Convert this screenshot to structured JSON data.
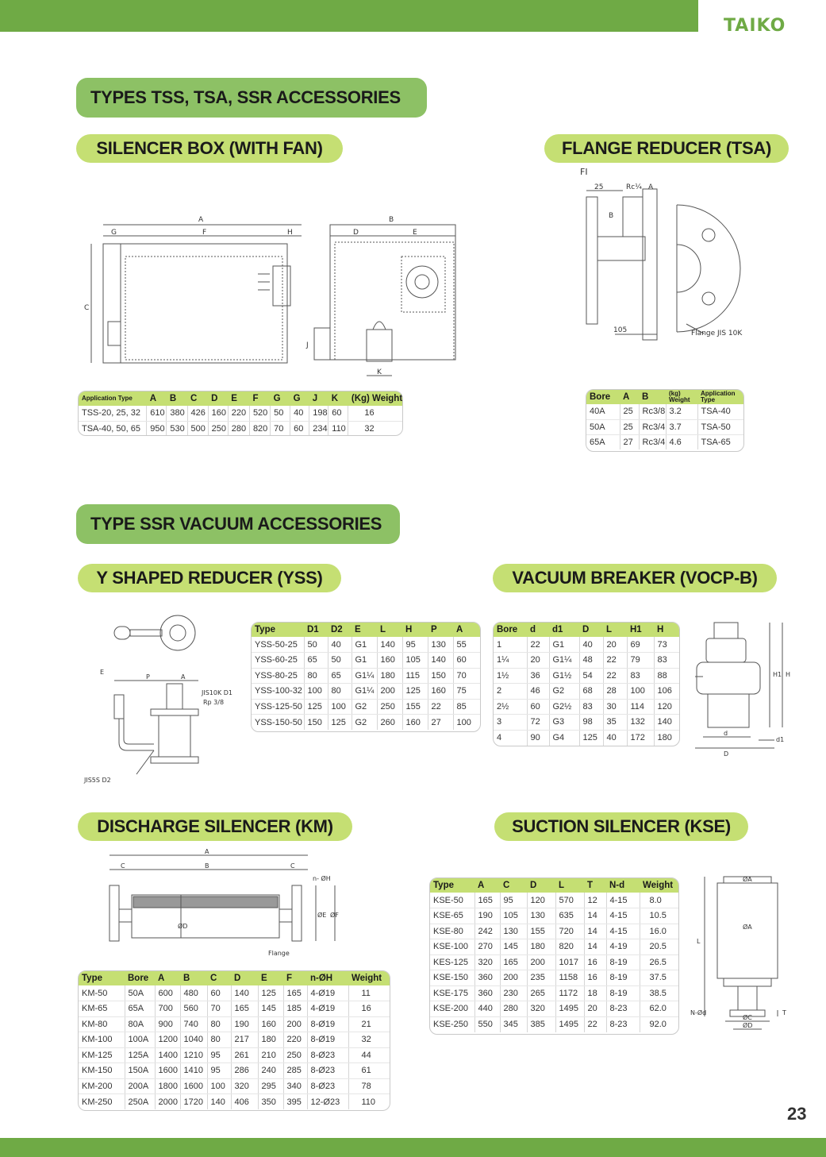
{
  "brand": {
    "logo": "TAIKO"
  },
  "page_number": "23",
  "sections": {
    "tss_title": "TYPES TSS, TSA, SSR ACCESSORIES",
    "ssr_title": "TYPE SSR VACUUM ACCESSORIES"
  },
  "silencer_box": {
    "title": "SILENCER BOX (WITH FAN)",
    "drawing_labels": [
      "A",
      "B",
      "G",
      "F",
      "H",
      "D",
      "E",
      "C",
      "J",
      "K"
    ],
    "headers": [
      "Application Type",
      "A",
      "B",
      "C",
      "D",
      "E",
      "F",
      "G",
      "G",
      "J",
      "K",
      "(Kg) Weight"
    ],
    "rows": [
      [
        "TSS-20, 25, 32",
        "610",
        "380",
        "426",
        "160",
        "220",
        "520",
        "50",
        "40",
        "198",
        "60",
        "16"
      ],
      [
        "TSA-40, 50, 65",
        "950",
        "530",
        "500",
        "250",
        "280",
        "820",
        "70",
        "60",
        "234",
        "110",
        "32"
      ]
    ]
  },
  "flange_reducer": {
    "title": "FLANGE REDUCER (TSA)",
    "drawing_labels": {
      "fig": "FI",
      "d25": "25",
      "rc": "Rc¼",
      "a": "A",
      "b": "B",
      "d105": "105",
      "flange": "Flange JIS 10K"
    },
    "headers": [
      "Bore",
      "A",
      "B",
      "(kg) Weight",
      "Application Type"
    ],
    "rows": [
      [
        "40A",
        "25",
        "Rc3/8",
        "3.2",
        "TSA-40"
      ],
      [
        "50A",
        "25",
        "Rc3/4",
        "3.7",
        "TSA-50"
      ],
      [
        "65A",
        "27",
        "Rc3/4",
        "4.6",
        "TSA-65"
      ]
    ]
  },
  "y_reducer": {
    "title": "Y SHAPED REDUCER (YSS)",
    "drawing_labels": {
      "jis10k": "JIS10K D1",
      "rp": "Rp 3/8",
      "jis5s": "JIS5S D2",
      "p": "P",
      "a": "A",
      "e": "E"
    },
    "headers": [
      "Type",
      "D1",
      "D2",
      "E",
      "L",
      "H",
      "P",
      "A"
    ],
    "rows": [
      [
        "YSS-50-25",
        "50",
        "40",
        "G1",
        "140",
        "95",
        "130",
        "55"
      ],
      [
        "YSS-60-25",
        "65",
        "50",
        "G1",
        "160",
        "105",
        "140",
        "60"
      ],
      [
        "YSS-80-25",
        "80",
        "65",
        "G1¼",
        "180",
        "115",
        "150",
        "70"
      ],
      [
        "YSS-100-32",
        "100",
        "80",
        "G1¼",
        "200",
        "125",
        "160",
        "75"
      ],
      [
        "YSS-125-50",
        "125",
        "100",
        "G2",
        "250",
        "155",
        "22",
        "85"
      ],
      [
        "YSS-150-50",
        "150",
        "125",
        "G2",
        "260",
        "160",
        "27",
        "100"
      ]
    ]
  },
  "vacuum_breaker": {
    "title": "VACUUM BREAKER (VOCP-B)",
    "drawing_labels": {
      "h": "H",
      "h1": "H1",
      "d": "d",
      "d1": "d1",
      "D": "D"
    },
    "headers": [
      "Bore",
      "d",
      "d1",
      "D",
      "L",
      "H1",
      "H"
    ],
    "rows": [
      [
        "1",
        "22",
        "G1",
        "40",
        "20",
        "69",
        "73"
      ],
      [
        "1¼",
        "20",
        "G1¼",
        "48",
        "22",
        "79",
        "83"
      ],
      [
        "1½",
        "36",
        "G1½",
        "54",
        "22",
        "83",
        "88"
      ],
      [
        "2",
        "46",
        "G2",
        "68",
        "28",
        "100",
        "106"
      ],
      [
        "2½",
        "60",
        "G2½",
        "83",
        "30",
        "114",
        "120"
      ],
      [
        "3",
        "72",
        "G3",
        "98",
        "35",
        "132",
        "140"
      ],
      [
        "4",
        "90",
        "G4",
        "125",
        "40",
        "172",
        "180"
      ]
    ]
  },
  "discharge_silencer": {
    "title": "DISCHARGE SILENCER (KM)",
    "drawing_labels": {
      "a": "A",
      "b": "B",
      "c1": "C",
      "c2": "C",
      "noh": "n- ØH",
      "flange": "Flange",
      "od": "ØD",
      "oe": "ØE",
      "of": "ØF"
    },
    "headers": [
      "Type",
      "Bore",
      "A",
      "B",
      "C",
      "D",
      "E",
      "F",
      "n-ØH",
      "Weight"
    ],
    "rows": [
      [
        "KM-50",
        "50A",
        "600",
        "480",
        "60",
        "140",
        "125",
        "165",
        "4-Ø19",
        "11"
      ],
      [
        "KM-65",
        "65A",
        "700",
        "560",
        "70",
        "165",
        "145",
        "185",
        "4-Ø19",
        "16"
      ],
      [
        "KM-80",
        "80A",
        "900",
        "740",
        "80",
        "190",
        "160",
        "200",
        "8-Ø19",
        "21"
      ],
      [
        "KM-100",
        "100A",
        "1200",
        "1040",
        "80",
        "217",
        "180",
        "220",
        "8-Ø19",
        "32"
      ],
      [
        "KM-125",
        "125A",
        "1400",
        "1210",
        "95",
        "261",
        "210",
        "250",
        "8-Ø23",
        "44"
      ],
      [
        "KM-150",
        "150A",
        "1600",
        "1410",
        "95",
        "286",
        "240",
        "285",
        "8-Ø23",
        "61"
      ],
      [
        "KM-200",
        "200A",
        "1800",
        "1600",
        "100",
        "320",
        "295",
        "340",
        "8-Ø23",
        "78"
      ],
      [
        "KM-250",
        "250A",
        "2000",
        "1720",
        "140",
        "406",
        "350",
        "395",
        "12-Ø23",
        "110"
      ]
    ]
  },
  "suction_silencer": {
    "title": "SUCTION SILENCER (KSE)",
    "drawing_labels": {
      "oa_top": "ØA",
      "oa": "ØA",
      "l": "L",
      "oc": "ØC",
      "od": "ØD",
      "nd": "N-Ød",
      "t": "T"
    },
    "headers": [
      "Type",
      "A",
      "C",
      "D",
      "L",
      "T",
      "N-d",
      "Weight"
    ],
    "rows": [
      [
        "KSE-50",
        "165",
        "95",
        "120",
        "570",
        "12",
        "4-15",
        "8.0"
      ],
      [
        "KSE-65",
        "190",
        "105",
        "130",
        "635",
        "14",
        "4-15",
        "10.5"
      ],
      [
        "KSE-80",
        "242",
        "130",
        "155",
        "720",
        "14",
        "4-15",
        "16.0"
      ],
      [
        "KSE-100",
        "270",
        "145",
        "180",
        "820",
        "14",
        "4-19",
        "20.5"
      ],
      [
        "KES-125",
        "320",
        "165",
        "200",
        "1017",
        "16",
        "8-19",
        "26.5"
      ],
      [
        "KSE-150",
        "360",
        "200",
        "235",
        "1158",
        "16",
        "8-19",
        "37.5"
      ],
      [
        "KSE-175",
        "360",
        "230",
        "265",
        "1172",
        "18",
        "8-19",
        "38.5"
      ],
      [
        "KSE-200",
        "440",
        "280",
        "320",
        "1495",
        "20",
        "8-23",
        "62.0"
      ],
      [
        "KSE-250",
        "550",
        "345",
        "385",
        "1495",
        "22",
        "8-23",
        "92.0"
      ]
    ]
  }
}
